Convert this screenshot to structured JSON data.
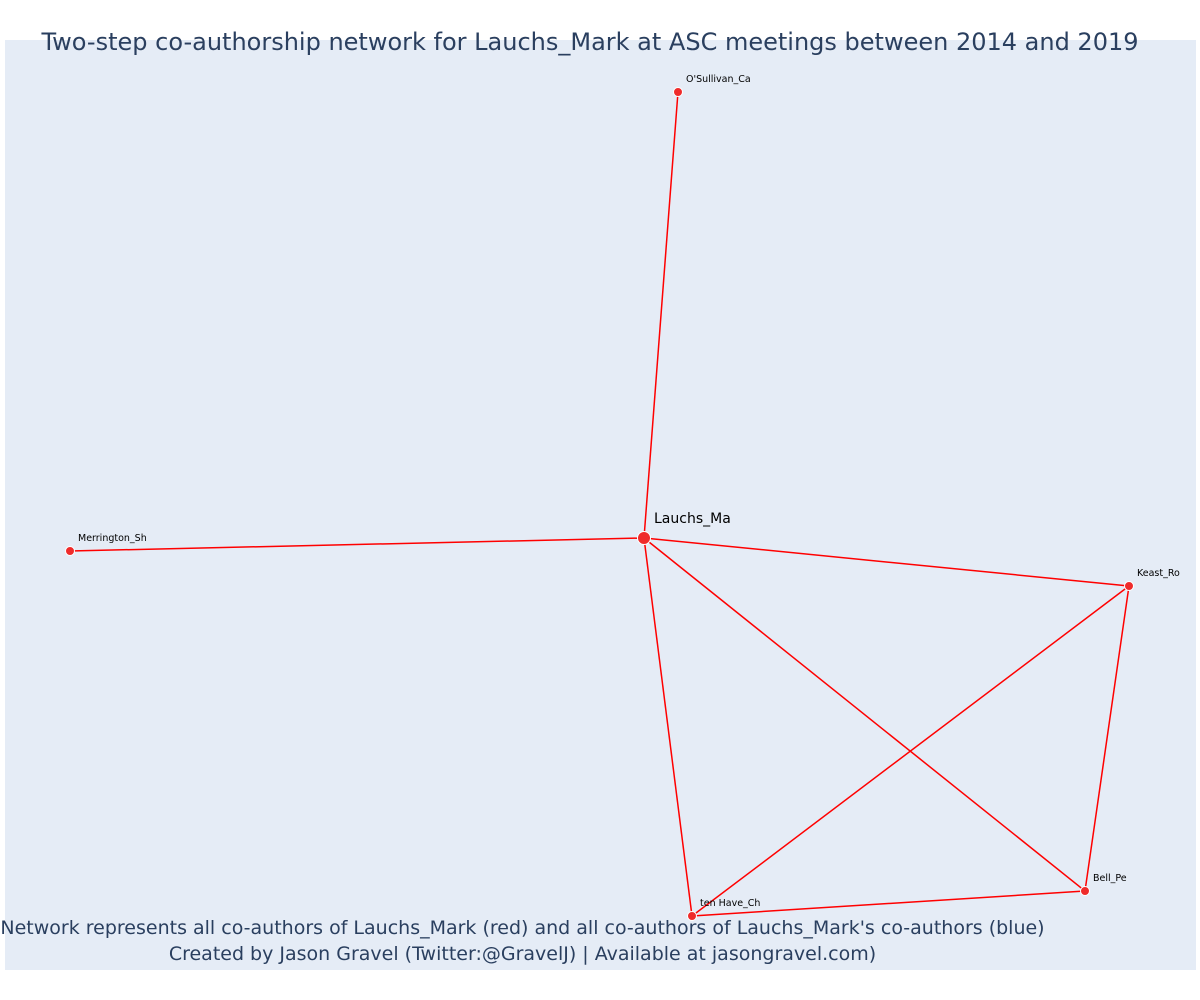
{
  "chart": {
    "title": "Two-step co-authorship network for Lauchs_Mark at ASC meetings between 2014 and 2019",
    "caption_line_1": "Network represents all co-authors of Lauchs_Mark (red) and all co-authors of Lauchs_Mark's co-authors (blue)",
    "caption_line_2": "Created by Jason Gravel (Twitter:@GravelJ) | Available at jasongravel.com)"
  },
  "colors": {
    "background": "#e5ecf6",
    "edge": "#ff0000",
    "node_fill": "#ef2b2b",
    "node_stroke": "#ffffff",
    "text": "#2a3f5f"
  },
  "chart_data": {
    "type": "network",
    "center": "Lauchs_Ma",
    "nodes": [
      {
        "id": "Lauchs_Ma",
        "label": "Lauchs_Ma",
        "group": "co-author",
        "role": "focal"
      },
      {
        "id": "O'Sullivan_Ca",
        "label": "O'Sullivan_Ca",
        "group": "co-author"
      },
      {
        "id": "Merrington_Sh",
        "label": "Merrington_Sh",
        "group": "co-author"
      },
      {
        "id": "Keast_Ro",
        "label": "Keast_Ro",
        "group": "co-author"
      },
      {
        "id": "Bell_Pe",
        "label": "Bell_Pe",
        "group": "co-author"
      },
      {
        "id": "ten Have_Ch",
        "label": "ten Have_Ch",
        "group": "co-author"
      }
    ],
    "edges": [
      [
        "Lauchs_Ma",
        "O'Sullivan_Ca"
      ],
      [
        "Lauchs_Ma",
        "Merrington_Sh"
      ],
      [
        "Lauchs_Ma",
        "Keast_Ro"
      ],
      [
        "Lauchs_Ma",
        "Bell_Pe"
      ],
      [
        "Lauchs_Ma",
        "ten Have_Ch"
      ],
      [
        "Keast_Ro",
        "ten Have_Ch"
      ],
      [
        "Keast_Ro",
        "Bell_Pe"
      ],
      [
        "Bell_Pe",
        "ten Have_Ch"
      ]
    ]
  }
}
